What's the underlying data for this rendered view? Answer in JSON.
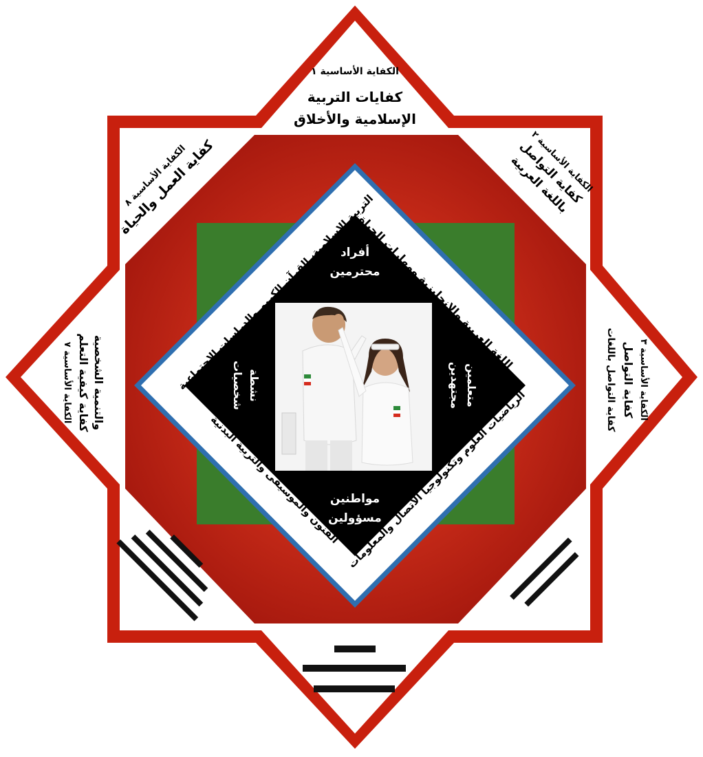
{
  "competencies": {
    "c1": {
      "number_label": "الكفاية الأساسية ١",
      "title_line1": "كفايات التربية",
      "title_line2": "الإسلامية والأخلاق"
    },
    "c2": {
      "number_label": "الكفاية الأساسية ٢",
      "title_line1": "كفاية التواصل",
      "title_line2": "باللغة العربية"
    },
    "c3": {
      "number_label": "الكفاية الأساسية ٣",
      "title_line1": "كفاية التواصل",
      "title_line2": "كفاية التواصل باللغات"
    },
    "c8": {
      "number_label": "الكفاية الأساسية ٨",
      "title_line1": "كفاية العمل والحياة"
    },
    "c7": {
      "number_label": "الكفاية الأساسية ٧",
      "title_line1": "كفاية كيفية التعلم",
      "title_line2": "والتنمية الشخصية"
    }
  },
  "subjects": {
    "top_left": "التربية الإسلامية، القرآن الكريم والدراسات الاجتماعية",
    "top_right": "اللغة العربية والإنجليزية ومهارات الحياة",
    "bottom_right": "الرياضيات العلوم وتكنولوجيا الاتصال والمعلومات",
    "bottom_left": "الفنون والموسيقى والتربية البدنية"
  },
  "outcomes": {
    "top": {
      "line1": "أفراد",
      "line2": "محترمين"
    },
    "right": {
      "line1": "متعلمين",
      "line2": "مجتهدين"
    },
    "bottom": {
      "line1": "مواطنين",
      "line2": "مسؤولين"
    },
    "left": {
      "line1": "شخصيات",
      "line2": "نشطة"
    }
  },
  "colors": {
    "star_red": "#c8200e",
    "octagon_red": "#b11a10",
    "green": "#3a7d2c",
    "diamond_border": "#2f6fb0",
    "black": "#000000"
  }
}
